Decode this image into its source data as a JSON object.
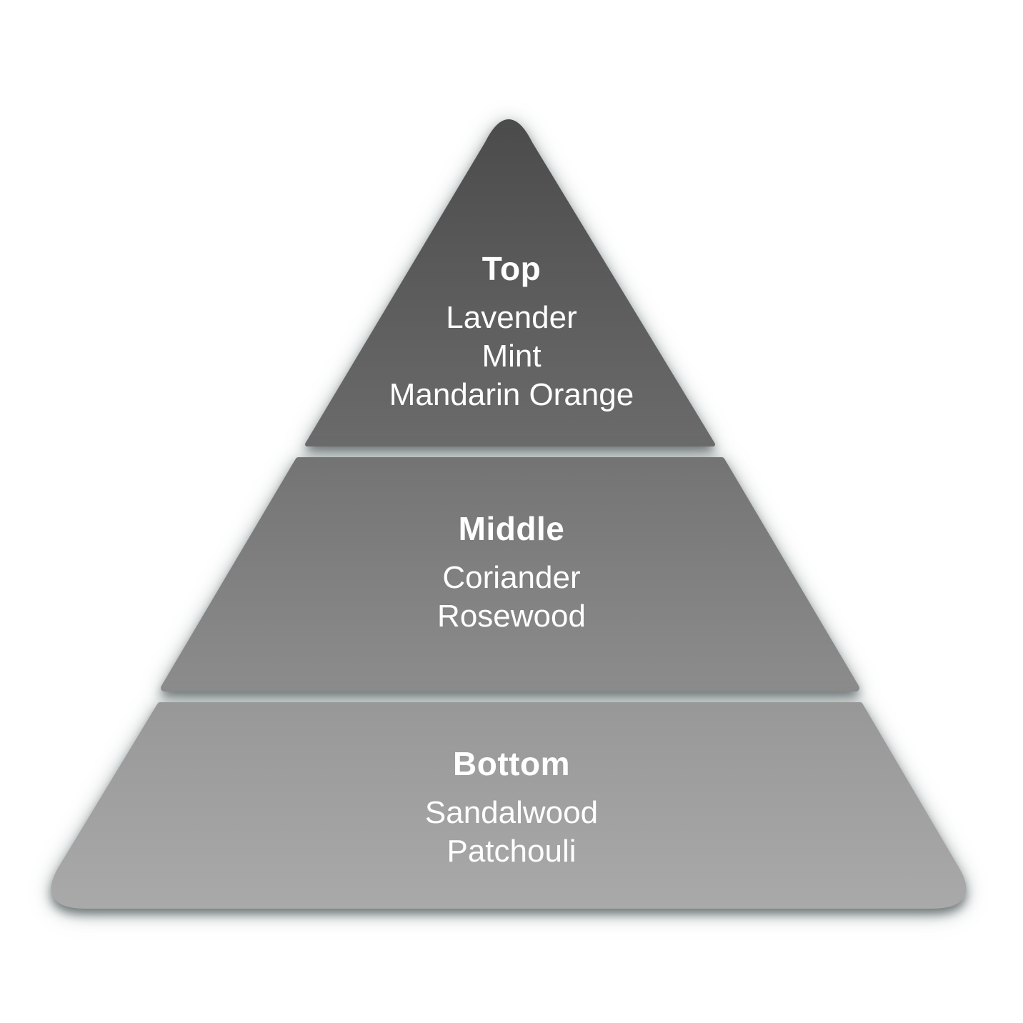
{
  "canvas": {
    "background_color": "#ffffff"
  },
  "pyramid": {
    "type": "pyramid-diagram",
    "text_color": "#ffffff",
    "shadow_color": "rgba(35,45,45,0.55)",
    "tiers": [
      {
        "id": "top",
        "label": "Top",
        "items": [
          "Lavender",
          "Mint",
          "Mandarin Orange"
        ],
        "gradient_top": "#4a4a4a",
        "gradient_bottom": "#6b6b6b"
      },
      {
        "id": "middle",
        "label": "Middle",
        "items": [
          "Coriander",
          "Rosewood"
        ],
        "gradient_top": "#747474",
        "gradient_bottom": "#8c8c8c"
      },
      {
        "id": "bottom",
        "label": "Bottom",
        "items": [
          "Sandalwood",
          "Patchouli"
        ],
        "gradient_top": "#989898",
        "gradient_bottom": "#a9a9a9"
      }
    ]
  }
}
